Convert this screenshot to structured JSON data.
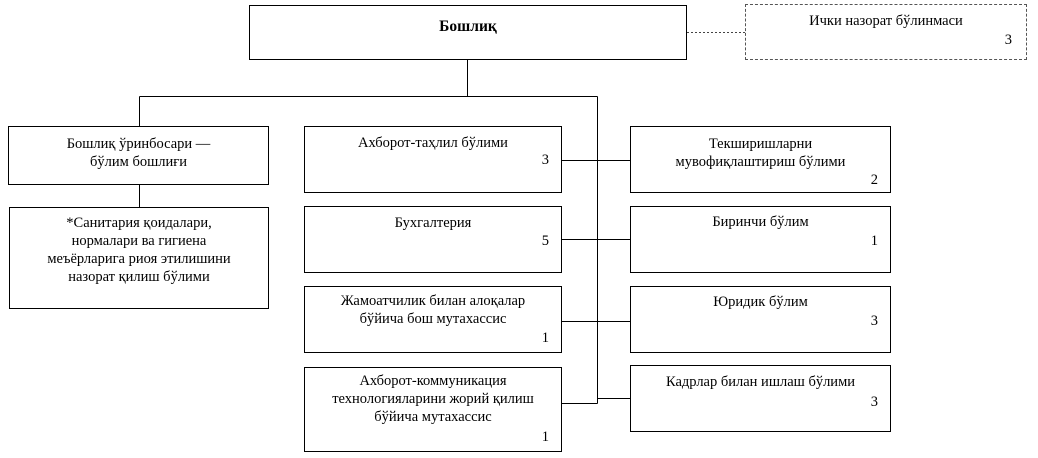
{
  "head": {
    "title": "Бошлиқ"
  },
  "internal_control": {
    "title": "Ички назорат бўлинмаси",
    "count": "3"
  },
  "deputy": {
    "title_line1": "Бошлиқ ўринбосари —",
    "title_line2": "бўлим бошлиғи"
  },
  "sanitary": {
    "line1": "*Санитария қоидалари,",
    "line2": "нормалари ва гигиена",
    "line3": "меъёрларига риоя этилишини",
    "line4": "назорат қилиш бўлими"
  },
  "center_units": [
    {
      "line1": "Ахборот-таҳлил бўлими",
      "line2": "",
      "line3": "",
      "count": "3"
    },
    {
      "line1": "Бухгалтерия",
      "line2": "",
      "line3": "",
      "count": "5"
    },
    {
      "line1": "Жамоатчилик билан алоқалар",
      "line2": "бўйича бош мутахассис",
      "line3": "",
      "count": "1"
    },
    {
      "line1": "Ахборот-коммуникация",
      "line2": "технологияларини жорий қилиш",
      "line3": "бўйича мутахассис",
      "count": "1"
    }
  ],
  "right_units": [
    {
      "line1": "Текширишларни",
      "line2": "мувофиқлаштириш бўлими",
      "count": "2"
    },
    {
      "line1": "Биринчи бўлим",
      "line2": "",
      "count": "1"
    },
    {
      "line1": "Юридик бўлим",
      "line2": "",
      "count": "3"
    },
    {
      "line1": "Кадрлар билан ишлаш бўлими",
      "line2": "",
      "count": "3"
    }
  ]
}
